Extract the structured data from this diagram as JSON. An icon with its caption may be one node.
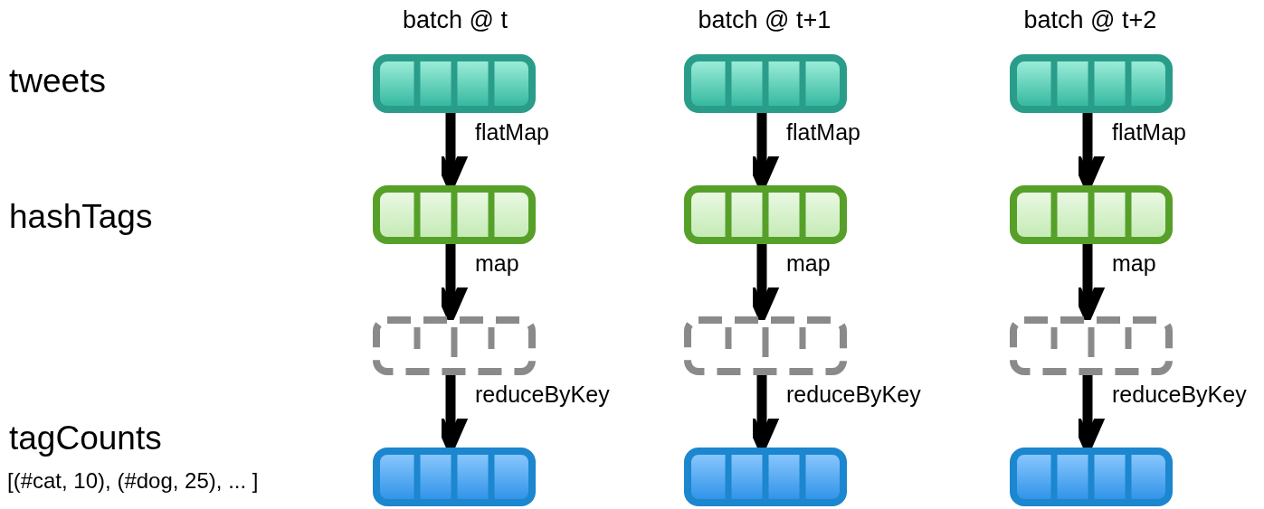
{
  "diagram": {
    "nodes": [
      {
        "text": [],
        "shape": "box"
      },
      {
        "text": [],
        "shape": "box"
      },
      {
        "text": [],
        "shape": "box"
      },
      {
        "text": [],
        "shape": "box"
      },
      {
        "text": [],
        "shape": "box"
      },
      {
        "text": [],
        "shape": "box"
      },
      {
        "text": [],
        "shape": "box"
      },
      {
        "text": [],
        "shape": "box"
      },
      {
        "text": [],
        "shape": "box"
      },
      {
        "text": [],
        "shape": "box"
      },
      {
        "text": [],
        "shape": "box"
      },
      {
        "text": [],
        "shape": "box"
      }
    ],
    "edges": [
      {
        "from": 0,
        "to": 3,
        "arrow": "to",
        "label": "flatMap"
      },
      {
        "from": 1,
        "to": 4,
        "arrow": "to",
        "label": "flatMap"
      },
      {
        "from": 2,
        "to": 5,
        "arrow": "to",
        "label": "flatMap"
      },
      {
        "from": 3,
        "to": 6,
        "arrow": "to",
        "label": "map"
      },
      {
        "from": 4,
        "to": 7,
        "arrow": "to",
        "label": "map"
      },
      {
        "from": 5,
        "to": 8,
        "arrow": "to",
        "label": "map"
      },
      {
        "from": 6,
        "to": 9,
        "arrow": "to",
        "label": "reduceByKey"
      },
      {
        "from": 7,
        "to": 10,
        "arrow": "to",
        "label": "reduceByKey"
      },
      {
        "from": 8,
        "to": 11,
        "arrow": "to",
        "label": "reduceByKey"
      }
    ],
    "labels": [
      "batch @ t",
      "batch @ t+1",
      "batch @ t+2",
      "tweets",
      "hashTags",
      "tagCounts",
      "[(#cat, 10), (#dog, 25), ... ]"
    ]
  }
}
